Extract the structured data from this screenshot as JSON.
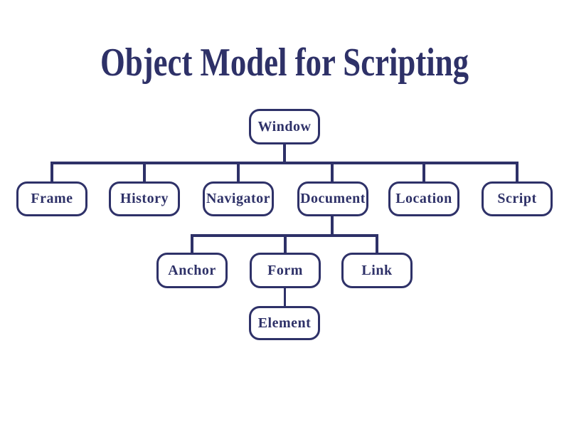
{
  "title": "Object Model for Scripting",
  "colors": {
    "text": "#2e3168",
    "line": "#2e3168",
    "node_border": "#2e3168",
    "node_fill": "#ffffff",
    "background": "#ffffff"
  },
  "diagram": {
    "type": "tree",
    "root": "Window",
    "levels": [
      [
        "Window"
      ],
      [
        "Frame",
        "History",
        "Navigator",
        "Document",
        "Location",
        "Script"
      ],
      [
        "Anchor",
        "Form",
        "Link"
      ],
      [
        "Element"
      ]
    ],
    "edges": [
      [
        "Window",
        "Frame"
      ],
      [
        "Window",
        "History"
      ],
      [
        "Window",
        "Navigator"
      ],
      [
        "Window",
        "Document"
      ],
      [
        "Window",
        "Location"
      ],
      [
        "Window",
        "Script"
      ],
      [
        "Document",
        "Anchor"
      ],
      [
        "Document",
        "Form"
      ],
      [
        "Document",
        "Link"
      ],
      [
        "Form",
        "Element"
      ]
    ]
  },
  "nodes": {
    "window": {
      "label": "Window"
    },
    "frame": {
      "label": "Frame"
    },
    "history": {
      "label": "History"
    },
    "navigator": {
      "label": "Navigator"
    },
    "document": {
      "label": "Document"
    },
    "location": {
      "label": "Location"
    },
    "script": {
      "label": "Script"
    },
    "anchor": {
      "label": "Anchor"
    },
    "form": {
      "label": "Form"
    },
    "link": {
      "label": "Link"
    },
    "element": {
      "label": "Element"
    }
  }
}
